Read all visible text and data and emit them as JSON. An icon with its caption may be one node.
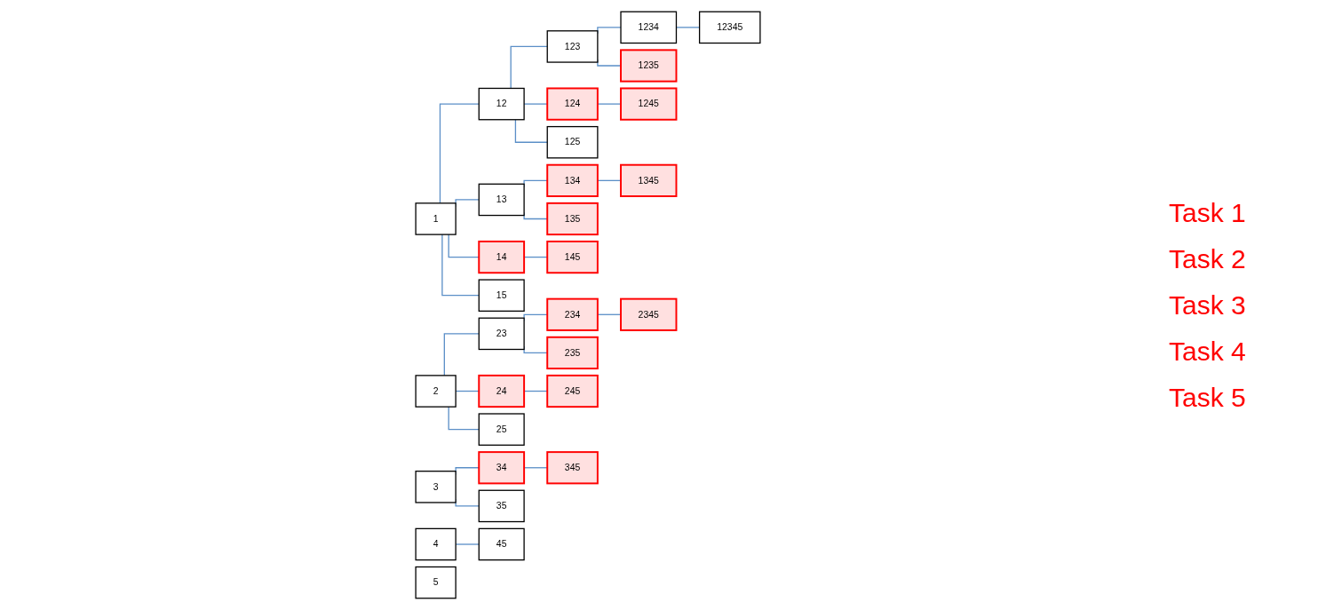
{
  "diagram": {
    "nodes": [
      {
        "text": [
          "1"
        ]
      },
      {
        "text": [
          "12"
        ]
      },
      {
        "text": [
          "123"
        ]
      },
      {
        "text": [
          "1234"
        ]
      },
      {
        "text": [
          "12345"
        ]
      },
      {
        "text": [
          "1235"
        ]
      },
      {
        "text": [
          "124"
        ]
      },
      {
        "text": [
          "1245"
        ]
      },
      {
        "text": [
          "125"
        ]
      },
      {
        "text": [
          "13"
        ]
      },
      {
        "text": [
          "134"
        ]
      },
      {
        "text": [
          "1345"
        ]
      },
      {
        "text": [
          "135"
        ]
      },
      {
        "text": [
          "14"
        ]
      },
      {
        "text": [
          "145"
        ]
      },
      {
        "text": [
          "15"
        ]
      },
      {
        "text": [
          "2"
        ]
      },
      {
        "text": [
          "23"
        ]
      },
      {
        "text": [
          "234"
        ]
      },
      {
        "text": [
          "2345"
        ]
      },
      {
        "text": [
          "235"
        ]
      },
      {
        "text": [
          "24"
        ]
      },
      {
        "text": [
          "245"
        ]
      },
      {
        "text": [
          "25"
        ]
      },
      {
        "text": [
          "3"
        ]
      },
      {
        "text": [
          "34"
        ]
      },
      {
        "text": [
          "345"
        ]
      },
      {
        "text": [
          "35"
        ]
      },
      {
        "text": [
          "4"
        ]
      },
      {
        "text": [
          "45"
        ]
      },
      {
        "text": [
          "5"
        ]
      }
    ],
    "edges": [
      {
        "from": 0,
        "to": 1,
        "arrow": "none"
      },
      {
        "from": 1,
        "to": 2,
        "arrow": "none"
      },
      {
        "from": 2,
        "to": 3,
        "arrow": "none"
      },
      {
        "from": 3,
        "to": 4,
        "arrow": "none"
      },
      {
        "from": 2,
        "to": 5,
        "arrow": "none"
      },
      {
        "from": 1,
        "to": 6,
        "arrow": "none"
      },
      {
        "from": 6,
        "to": 7,
        "arrow": "none"
      },
      {
        "from": 1,
        "to": 8,
        "arrow": "none"
      },
      {
        "from": 0,
        "to": 9,
        "arrow": "none"
      },
      {
        "from": 9,
        "to": 10,
        "arrow": "none"
      },
      {
        "from": 10,
        "to": 11,
        "arrow": "none"
      },
      {
        "from": 9,
        "to": 12,
        "arrow": "none"
      },
      {
        "from": 0,
        "to": 13,
        "arrow": "none"
      },
      {
        "from": 13,
        "to": 14,
        "arrow": "none"
      },
      {
        "from": 0,
        "to": 15,
        "arrow": "none"
      },
      {
        "from": 16,
        "to": 17,
        "arrow": "none"
      },
      {
        "from": 17,
        "to": 18,
        "arrow": "none"
      },
      {
        "from": 18,
        "to": 19,
        "arrow": "none"
      },
      {
        "from": 17,
        "to": 20,
        "arrow": "none"
      },
      {
        "from": 16,
        "to": 21,
        "arrow": "none"
      },
      {
        "from": 21,
        "to": 22,
        "arrow": "none"
      },
      {
        "from": 16,
        "to": 23,
        "arrow": "none"
      },
      {
        "from": 24,
        "to": 25,
        "arrow": "none"
      },
      {
        "from": 25,
        "to": 26,
        "arrow": "none"
      },
      {
        "from": 24,
        "to": 27,
        "arrow": "none"
      },
      {
        "from": 28,
        "to": 29,
        "arrow": "none"
      }
    ],
    "labels": [
      "Task 1",
      "Task 2",
      "Task 3",
      "Task 4",
      "Task 5"
    ]
  }
}
